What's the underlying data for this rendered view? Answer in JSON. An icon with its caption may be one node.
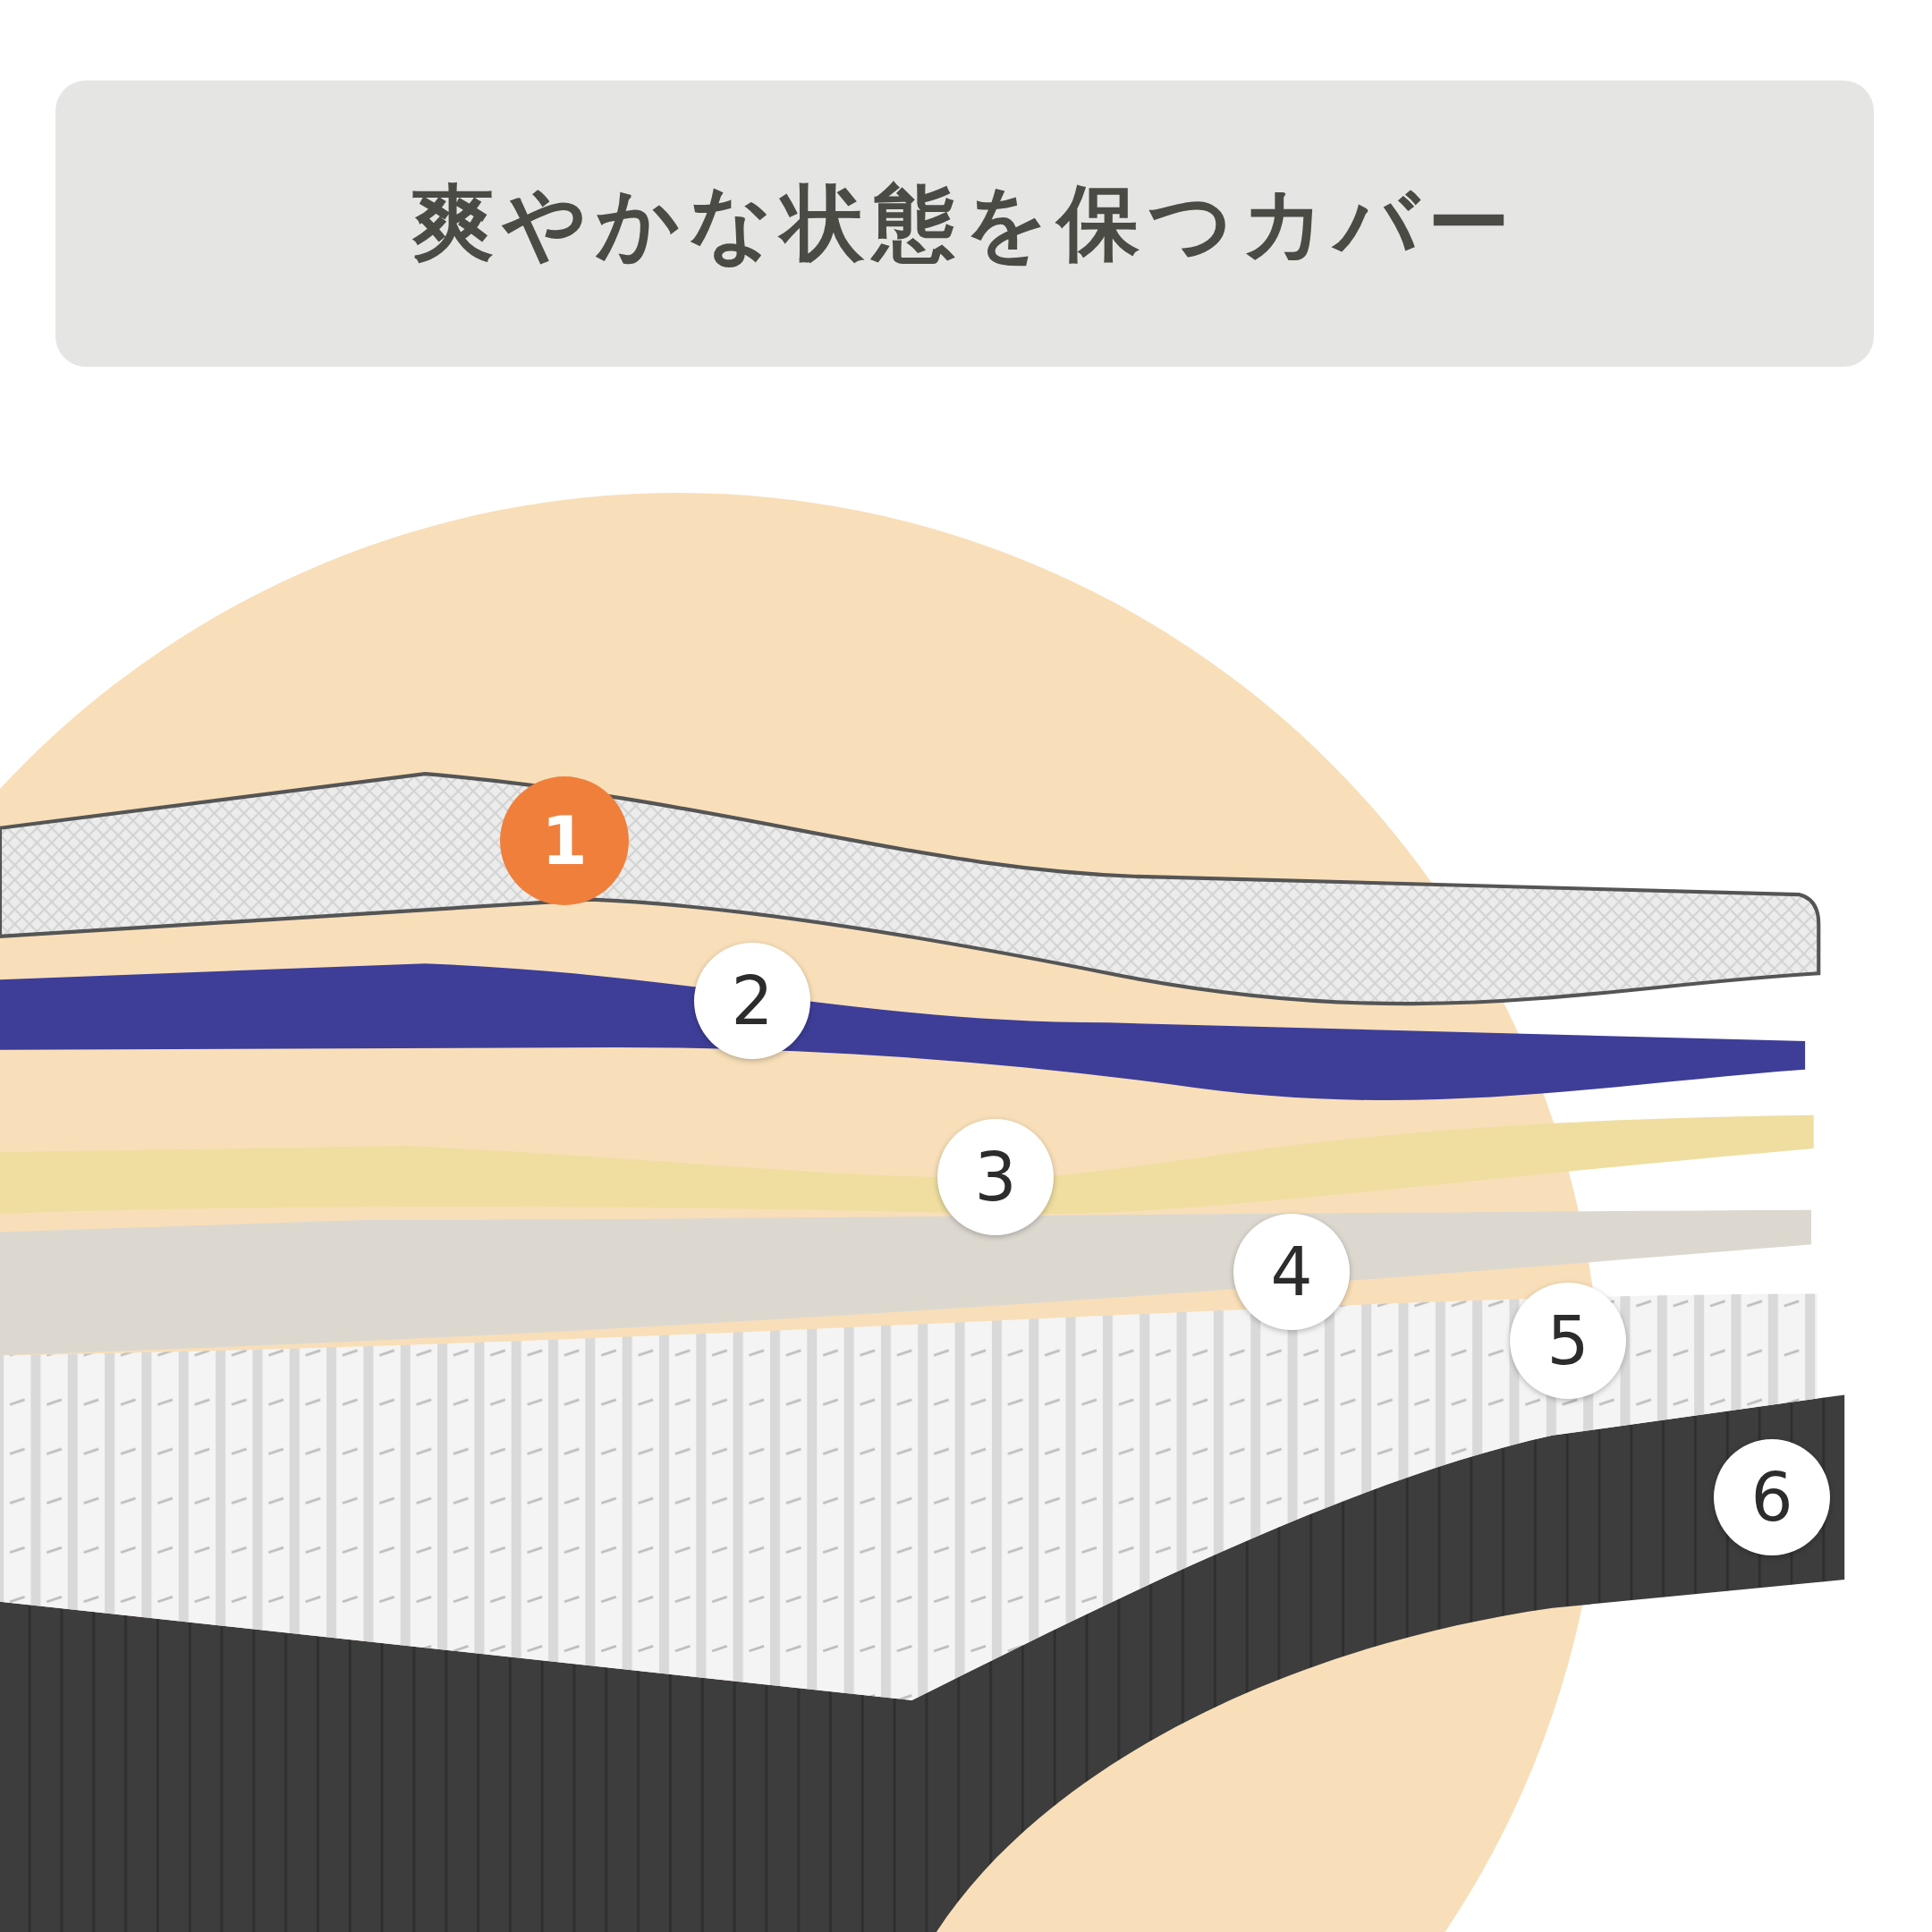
{
  "diagram": {
    "title": "爽やかな状態を保つカバー",
    "labels": [
      "1",
      "2",
      "3",
      "4",
      "5",
      "6"
    ]
  }
}
